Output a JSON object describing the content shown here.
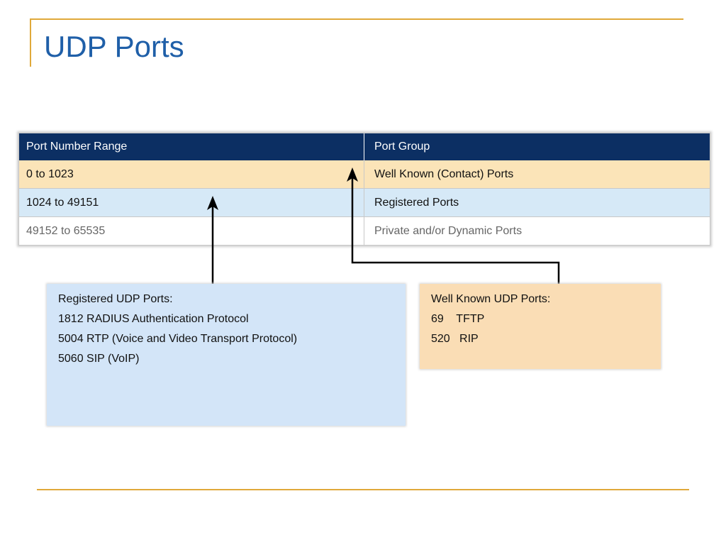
{
  "title": "UDP Ports",
  "table": {
    "headers": [
      "Port Number Range",
      "Port Group"
    ],
    "rows": [
      [
        "0 to 1023",
        "Well Known (Contact) Ports"
      ],
      [
        "1024 to 49151",
        "Registered Ports"
      ],
      [
        "49152 to 65535",
        "Private and/or Dynamic Ports"
      ]
    ]
  },
  "registered_box": {
    "heading": "Registered UDP Ports:",
    "lines": [
      "1812 RADIUS Authentication Protocol",
      "5004 RTP (Voice and Video Transport Protocol)",
      "5060 SIP (VoIP)"
    ]
  },
  "well_known_box": {
    "heading": "Well Known UDP Ports:",
    "lines": [
      "69    TFTP",
      "520   RIP"
    ]
  },
  "colors": {
    "accent_rule": "#E0A93A",
    "title": "#1F5FA8",
    "header_bg": "#0C2F63",
    "well_known_bg": "#FBE4B8",
    "registered_bg": "#D6E9F7"
  }
}
